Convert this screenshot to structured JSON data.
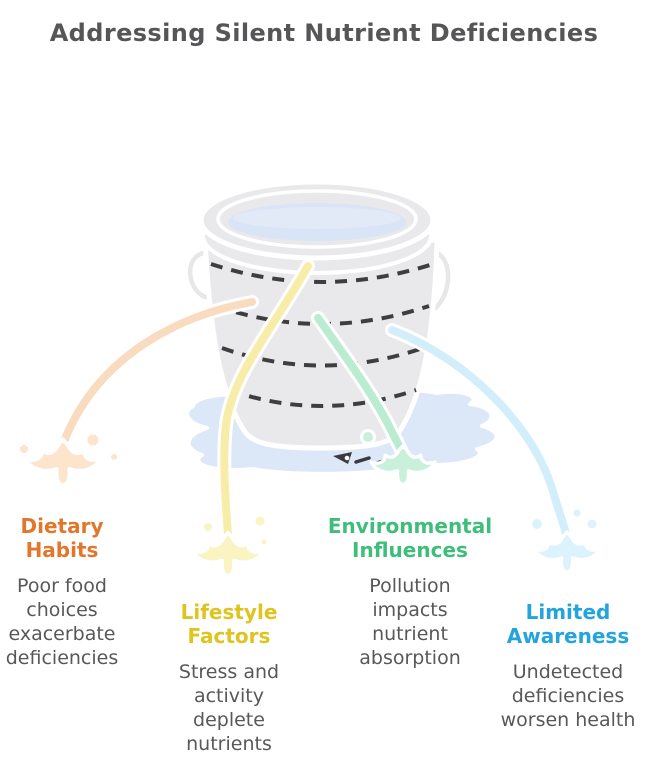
{
  "title": "Addressing Silent Nutrient Deficiencies",
  "colors": {
    "title_text": "#565659",
    "body_text": "#58585a",
    "bucket": "#e9e9eb",
    "bucket_handle": "#e7e7ea",
    "water": "#d9e4f6",
    "water_highlight": "#e2eaf8",
    "puddle": "#dce7f8",
    "dash": "#3e3e40",
    "ink": "#3a3a3c",
    "outline": "#ffffff",
    "background": "#ffffff"
  },
  "illustration": {
    "name": "leaking-bucket",
    "leak_count": 4
  },
  "factors": [
    {
      "id": "dietary-habits",
      "heading": "Dietary\nHabits",
      "description": "Poor food\nchoices\nexacerbate\ndeficiencies",
      "heading_color": "#e2772c",
      "stream_color": "#f9dcc0",
      "splash_color": "#fce4cd"
    },
    {
      "id": "lifestyle-factors",
      "heading": "Lifestyle\nFactors",
      "description": "Stress and\nactivity\ndeplete\nnutrients",
      "heading_color": "#e0c41e",
      "stream_color": "#f7eda8",
      "splash_color": "#faf3c2"
    },
    {
      "id": "environmental-influences",
      "heading": "Environmental\nInfluences",
      "description": "Pollution\nimpacts\nnutrient\nabsorption",
      "heading_color": "#3fbe7b",
      "stream_color": "#b9ecd1",
      "splash_color": "#c9f0da"
    },
    {
      "id": "limited-awareness",
      "heading": "Limited\nAwareness",
      "description": "Undetected\ndeficiencies\nworsen health",
      "heading_color": "#24a4dd",
      "stream_color": "#d2eefa",
      "splash_color": "#dcf2fc"
    }
  ]
}
